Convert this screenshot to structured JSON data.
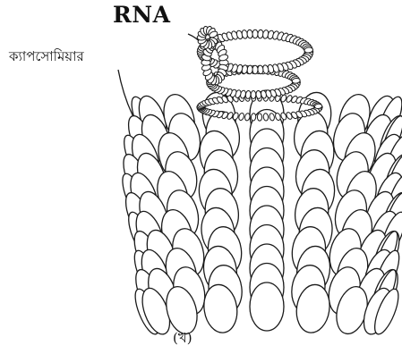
{
  "labels": {
    "rna": "RNA",
    "capsomere": "ক্যাপসোমিয়ার",
    "caption": "(খ)"
  },
  "colors": {
    "line": "#1a1a1a",
    "fill": "#ffffff"
  }
}
